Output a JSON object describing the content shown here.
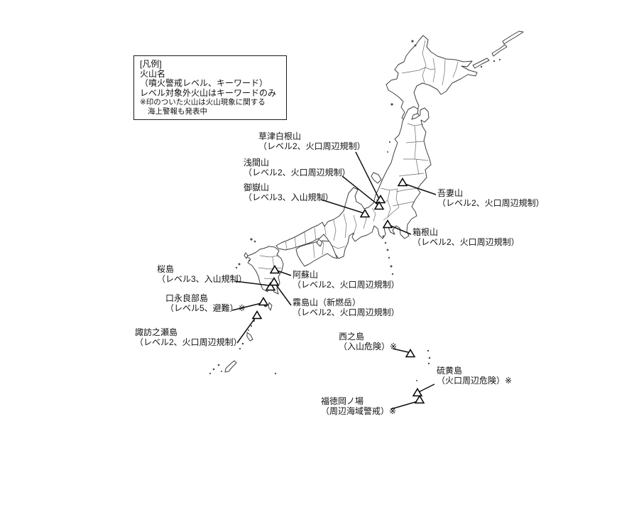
{
  "page": {
    "background": "#ffffff"
  },
  "legend": {
    "lines": [
      "[凡例]",
      "火山名",
      "（噴火警戒レベル、キーワード）",
      "レベル対象外火山はキーワードのみ",
      "※印のついた火山は火山現象に関する",
      "海上警報も発表中"
    ]
  },
  "map": {
    "region": "日本列島",
    "coast_color": "#3f3f3f",
    "border_color": "#6b6b6b",
    "leader_color": "#111111",
    "marker_shape": "open-triangle",
    "marker_color": "#000000"
  },
  "volcanoes": [
    {
      "id": "kusatsu-shirane",
      "name": "草津白根山",
      "status": "（レベル2、火口周辺規制）",
      "label": [
        364,
        185
      ],
      "line": [
        501,
        214,
        534,
        280
      ],
      "marker": [
        536,
        281
      ]
    },
    {
      "id": "asama",
      "name": "浅間山",
      "status": "（レベル2、火口周辺規制）",
      "label": [
        343,
        222
      ],
      "line": [
        482,
        248,
        532,
        288
      ],
      "marker": [
        534,
        290
      ]
    },
    {
      "id": "ontake",
      "name": "御嶽山",
      "status": "（レベル3、入山規制）",
      "label": [
        343,
        257
      ],
      "line": [
        452,
        281,
        512,
        300
      ],
      "marker": [
        514,
        301
      ]
    },
    {
      "id": "azuma",
      "name": "吾妻山",
      "status": "（レベル2、火口周辺規制）",
      "label": [
        616,
        265
      ],
      "line": [
        614,
        274,
        570,
        259
      ],
      "marker": [
        567,
        257
      ]
    },
    {
      "id": "hakone",
      "name": "箱根山",
      "status": "（レベル2、火口周辺規制）",
      "label": [
        581,
        320
      ],
      "line": [
        579,
        330,
        548,
        317
      ],
      "marker": [
        546,
        316
      ]
    },
    {
      "id": "sakurajima",
      "name": "桜島",
      "status": "（レベル3、入山規制）",
      "label": [
        221,
        372
      ],
      "line": [
        331,
        396,
        379,
        402
      ],
      "marker": [
        381,
        404
      ]
    },
    {
      "id": "aso",
      "name": "阿蘇山",
      "status": "（レベル2、火口周辺規制）",
      "label": [
        412,
        380
      ],
      "line": [
        410,
        388,
        390,
        381
      ],
      "marker": [
        387,
        380
      ]
    },
    {
      "id": "kirishima",
      "name": "霧島山（新燃岳）",
      "status": "（レベル2、火口周辺規制）",
      "label": [
        412,
        419
      ],
      "line": [
        410,
        430,
        388,
        400
      ],
      "marker": [
        386,
        397
      ]
    },
    {
      "id": "kuchinoerabu",
      "name": "口永良部島",
      "status": "（レベル5、避難）※",
      "label": [
        233,
        413
      ],
      "line": [
        327,
        437,
        368,
        427
      ],
      "marker": [
        371,
        425
      ]
    },
    {
      "id": "suwanosejima",
      "name": "諏訪之瀬島",
      "status": "（レベル2、火口周辺規制）",
      "label": [
        190,
        461
      ],
      "line": [
        334,
        483,
        360,
        447
      ],
      "marker": [
        362,
        444
      ]
    },
    {
      "id": "nishinoshima",
      "name": "西之島",
      "status": "（入山危険）※",
      "label": [
        477,
        467
      ],
      "line": [
        553,
        491,
        575,
        496
      ],
      "marker": [
        578,
        498
      ]
    },
    {
      "id": "ioto",
      "name": "硫黄島",
      "status": "（火口周辺危険）※",
      "label": [
        615,
        515
      ],
      "line": [
        612,
        541,
        590,
        552
      ],
      "marker": [
        588,
        553
      ]
    },
    {
      "id": "fukutoku-okanoba",
      "name": "福徳岡ノ場",
      "status": "（周辺海域警戒）※",
      "label": [
        452,
        558
      ],
      "line": [
        551,
        576,
        589,
        565
      ],
      "marker": [
        591,
        563
      ]
    }
  ]
}
